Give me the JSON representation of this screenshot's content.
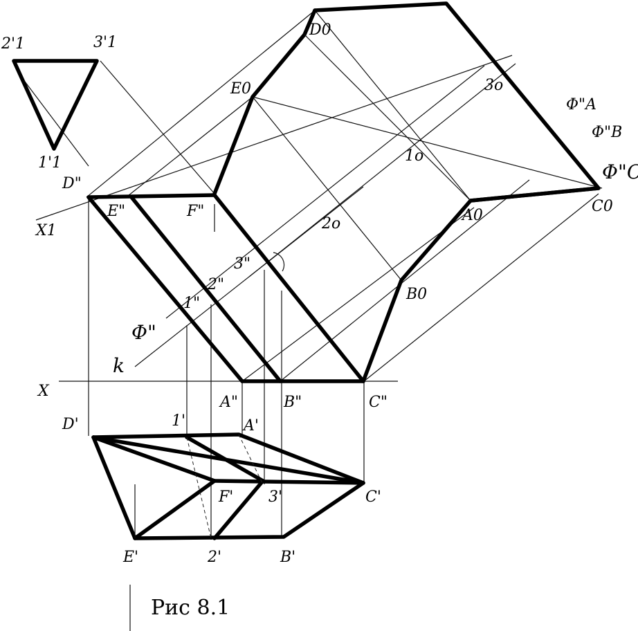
{
  "figure": {
    "caption": "Рис 8.1"
  },
  "labels": {
    "p2_1": "2'1",
    "p3_1": "3'1",
    "p1_1": "1'1",
    "D0": "D0",
    "E0": "E0",
    "one0": "1o",
    "two0": "2o",
    "three0": "3o",
    "A0": "A0",
    "B0": "B0",
    "C0": "C0",
    "PhiA": "Φ\"A",
    "PhiB": "Φ\"B",
    "PhiC": "Φ\"C",
    "D2": "D\"",
    "E2": "E\"",
    "F2": "F\"",
    "X1": "X1",
    "two2": "2\"",
    "three2": "3\"",
    "one2": "1\"",
    "Phi2": "Φ\"",
    "k": "k",
    "X": "X",
    "A2": "A\"",
    "B2": "B\"",
    "C2": "C\"",
    "D1": "D'",
    "one1": "1'",
    "A1": "A'",
    "F1": "F'",
    "three1": "3'",
    "C1": "C'",
    "E1": "E'",
    "two1": "2'",
    "B1": "B'"
  }
}
